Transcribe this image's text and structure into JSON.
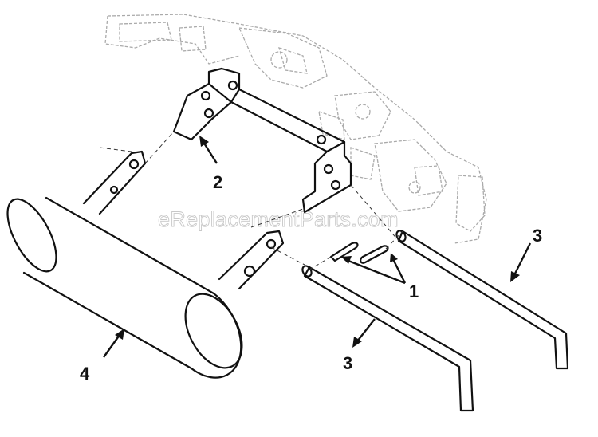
{
  "watermark": "eReplacementParts.com",
  "callouts": {
    "part_1": "1",
    "part_2": "2",
    "part_3_right": "3",
    "part_3_left": "3",
    "part_4": "4"
  },
  "colors": {
    "line": "#111111",
    "ghost": "#aaaaaa",
    "watermark": "#c8c8c8",
    "background": "#ffffff"
  }
}
